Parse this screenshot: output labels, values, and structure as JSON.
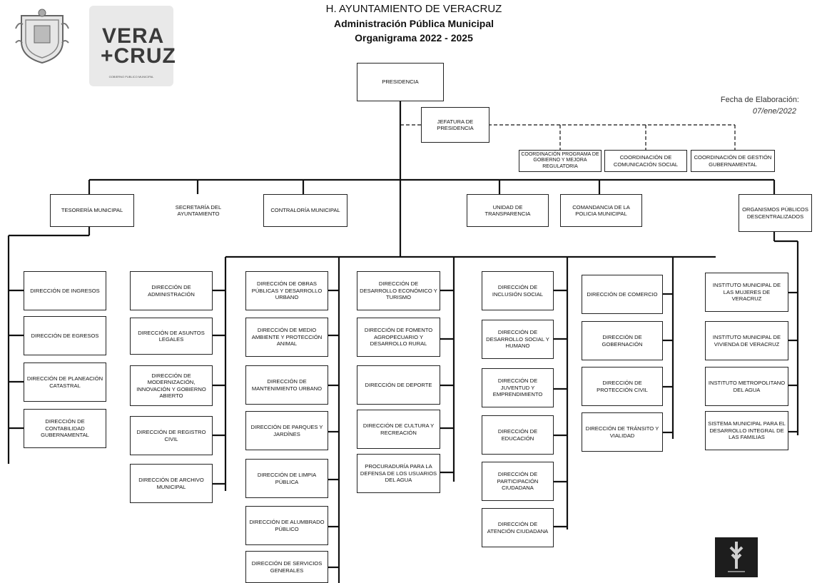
{
  "header": {
    "line1": "H. AYUNTAMIENTO DE VERACRUZ",
    "line2": "Administración Pública Municipal",
    "line3": "Organigrama 2022 - 2025"
  },
  "logos": {
    "brand_top": "VERA",
    "brand_bottom": "+CRUZ",
    "brand_color": "#3a3a3a",
    "brand_tagline": "GOBIERNO PUBLICO MUNICIPAL"
  },
  "date": {
    "label": "Fecha de Elaboración:",
    "value": "07/ene/2022"
  },
  "units": {
    "presidencia": "PRESIDENCIA",
    "jefatura": "JEFATURA DE PRESIDENCIA",
    "coord_programa": "COORDINACIÓN PROGRAMA DE GOBIERNO Y MEJORA REGULATORIA",
    "coord_comunicacion": "COORDINACIÓN DE COMUNICACIÓN SOCIAL",
    "coord_gestion": "COORDINACIÓN DE GESTIÓN GUBERNAMENTAL",
    "tesoreria": "TESORERÍA MUNICIPAL",
    "secretaria": "SECRETARÍA DEL AYUNTAMIENTO",
    "contraloria": "CONTRALORÍA MUNICIPAL",
    "transparencia": "UNIDAD DE TRANSPARENCIA",
    "comandancia": "COMANDANCIA DE LA POLICIA MUNICIPAL",
    "organismos": "ORGANISMOS PÚBLICOS DESCENTRALIZADOS"
  },
  "columns": {
    "tesoreria": [
      "DIRECCIÓN DE INGRESOS",
      "DIRECCIÓN DE EGRESOS",
      "DIRECCIÓN DE PLANEACIÓN CATASTRAL",
      "DIRECCIÓN DE CONTABILIDAD GUBERNAMENTAL"
    ],
    "secretaria": [
      "DIRECCIÓN DE ADMINISTRACIÓN",
      "DIRECCIÓN DE ASUNTOS LEGALES",
      "DIRECCIÓN DE MODERNIZACIÓN, INNOVACIÓN Y GOBIERNO ABIERTO",
      "DIRECCIÓN DE REGISTRO CIVIL",
      "DIRECCIÓN DE ARCHIVO MUNICIPAL"
    ],
    "obras": [
      "DIRECCIÓN DE OBRAS PÚBLICAS Y DESARROLLO URBANO",
      "DIRECCIÓN DE MEDIO AMBIENTE Y PROTECCIÓN ANIMAL",
      "DIRECCIÓN DE MANTENIMIENTO URBANO",
      "DIRECCIÓN DE PARQUES Y JARDÍNES",
      "DIRECCIÓN DE LIMPIA PÚBLICA",
      "DIRECCIÓN DE ALUMBRADO PÚBLICO",
      "DIRECCIÓN DE SERVICIOS GENERALES"
    ],
    "desarrollo": [
      "DIRECCIÓN DE DESARROLLO ECONÓMICO Y TURISMO",
      "DIRECCIÓN DE FOMENTO AGROPECUARIO Y DESARROLLO RURAL",
      "DIRECCIÓN DE DEPORTE",
      "DIRECCIÓN DE CULTURA Y RECREACIÓN",
      "PROCURADURÍA PARA LA DEFENSA DE LOS USUARIOS DEL AGUA"
    ],
    "social": [
      "DIRECCIÓN DE INCLUSIÓN SOCIAL",
      "DIRECCIÓN DE DESARROLLO SOCIAL Y HUMANO",
      "DIRECCIÓN DE JUVENTUD Y EMPRENDIMIENTO",
      "DIRECCIÓN DE EDUCACIÓN",
      "DIRECCIÓN DE PARTICIPACIÓN CIUDADANA",
      "DIRECCIÓN DE ATENCIÓN CIUDADANA"
    ],
    "gobierno": [
      "DIRECCIÓN DE COMERCIO",
      "DIRECCIÓN DE GOBERNACIÓN",
      "DIRECCIÓN DE PROTECCIÓN CIVIL",
      "DIRECCIÓN DE TRÁNSITO Y VIALIDAD"
    ],
    "organismos": [
      "INSTITUTO MUNICIPAL DE LAS MUJERES DE VERACRUZ",
      "INSTITUTO MUNICIPAL DE VIVIENDA DE VERACRUZ",
      "INSTITUTO METROPOLITANO DEL AGUA",
      "SISTEMA MUNICIPAL PARA EL DESARROLLO INTEGRAL DE LAS FAMILIAS"
    ]
  }
}
